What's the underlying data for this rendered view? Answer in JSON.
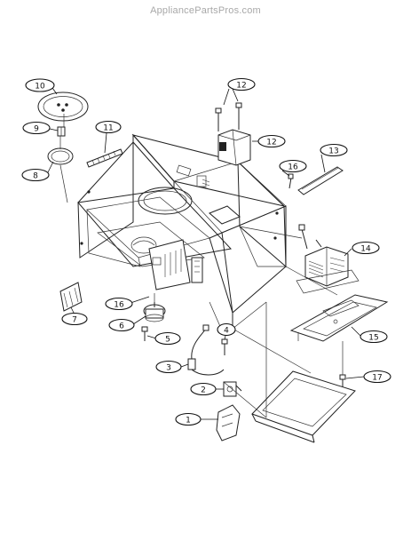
{
  "watermark": "AppliancePartsPros.com",
  "callouts": [
    "10",
    "9",
    "8",
    "11",
    "12",
    "12",
    "13",
    "16",
    "14",
    "16",
    "7",
    "6",
    "5",
    "4",
    "3",
    "2",
    "1",
    "15",
    "17"
  ]
}
